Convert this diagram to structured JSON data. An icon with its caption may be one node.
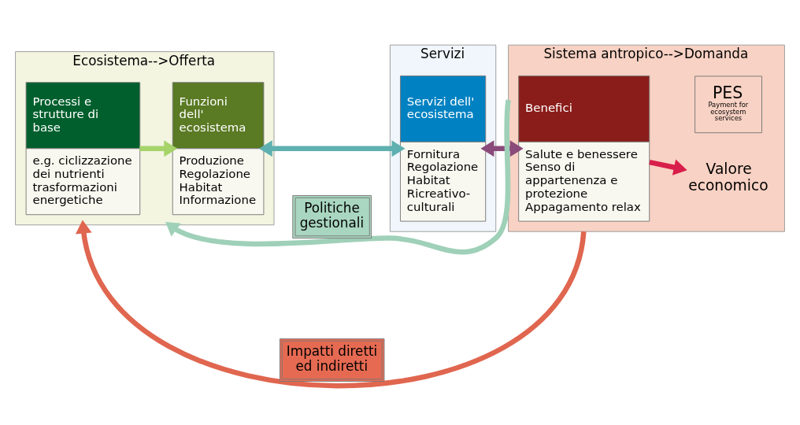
{
  "diagram": {
    "nodes": [
      {
        "text": [
          "Ecosistema-->Offerta"
        ]
      },
      {
        "text": [
          "Processi e strutture di base",
          "e.g. ciclizzazione dei nutrienti trasformazioni energetiche"
        ],
        "in": 0
      },
      {
        "text": [
          "Funzioni dell' ecosistema",
          "Produzione Regolazione Habitat Informazione"
        ],
        "in": 0
      },
      {
        "text": [
          "Servizi"
        ]
      },
      {
        "text": [
          "Servizi dell' ecosistema",
          "Fornitura Regolazione Habitat Ricreativo-culturali"
        ],
        "in": 3
      },
      {
        "text": [
          "Sistema antropico-->Domanda"
        ]
      },
      {
        "text": [
          "Benefici",
          "Salute e benessere Senso di appartenenza e protezione Appagamento relax"
        ],
        "in": 5
      },
      {
        "text": [
          "Valore economico"
        ],
        "in": 5
      },
      {
        "text": [
          "PES",
          "Payment for ecosystem services"
        ],
        "in": 5
      }
    ],
    "edges": [
      {
        "from": 1,
        "to": 2,
        "arrow": "to",
        "color": "#a6d46a"
      },
      {
        "from": 2,
        "to": 4,
        "arrow": "both",
        "color": "#5fb0b0"
      },
      {
        "from": 4,
        "to": 6,
        "arrow": "both",
        "color": "#8a4a7a"
      },
      {
        "from": 6,
        "to": 7,
        "arrow": "to",
        "color": "#d81e4a"
      },
      {
        "from": 5,
        "to": 0,
        "arrow": "to",
        "label": "Politiche gestionali",
        "color": "#9fd0b8"
      },
      {
        "from": 5,
        "to": 0,
        "arrow": "to",
        "label": "Impatti diretti ed indiretti",
        "color": "#e0664f"
      }
    ]
  }
}
